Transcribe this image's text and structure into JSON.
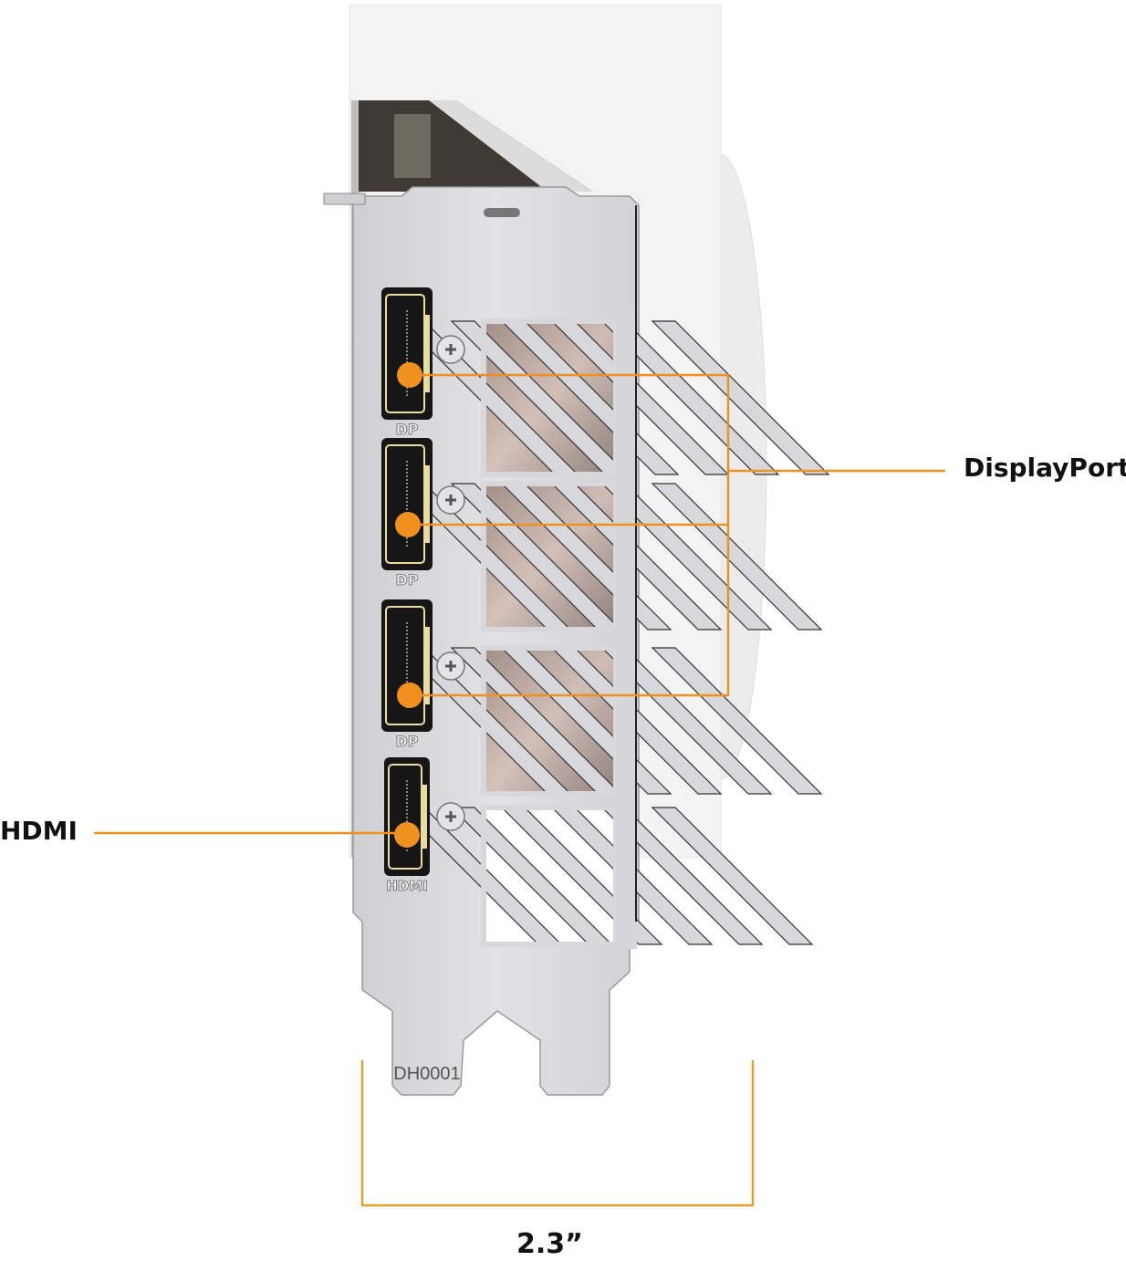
{
  "annotations": {
    "displayport_label": "DisplayPort",
    "hdmi_label": "HDMI",
    "width_dimension": "2.3”"
  },
  "bracket": {
    "port_labels": [
      "DP",
      "DP",
      "DP",
      "HDMI"
    ],
    "part_code": "DH0001"
  },
  "colors": {
    "callout": "#f0901e",
    "dimension": "#e0a030",
    "bracket": "#d6d6da",
    "card_body": "#f3f3f3"
  }
}
